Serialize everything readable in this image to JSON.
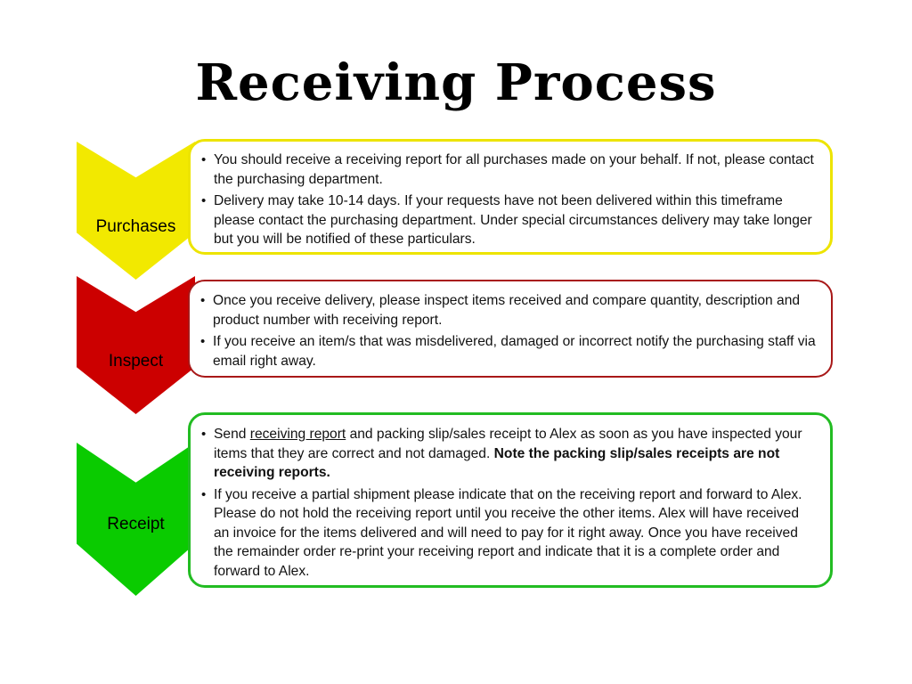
{
  "slide": {
    "title": "Receiving Process",
    "background_color": "#FFFFFF"
  },
  "stages": [
    {
      "id": "purchases",
      "label": "Purchases",
      "arrow_color": "#F2E900",
      "box_border_color": "#EDE400",
      "bullets": [
        "You should receive a receiving report for all purchases made on your behalf.  If not, please contact the purchasing department.",
        "Delivery may take 10-14 days.  If your requests have not been delivered within this timeframe please contact the purchasing department.  Under special circumstances delivery may take longer but you will be notified of these particulars."
      ]
    },
    {
      "id": "inspect",
      "label": "Inspect",
      "arrow_color": "#CC0000",
      "box_border_color": "#A81818",
      "bullets": [
        "Once you receive delivery, please inspect items received and compare quantity, description and product number with receiving report.",
        "If you receive an item/s that was misdelivered, damaged or incorrect notify the purchasing staff via email right away."
      ]
    },
    {
      "id": "receipt",
      "label": "Receipt",
      "arrow_color": "#0ACB00",
      "box_border_color": "#22BC22",
      "bullets": [
        "Send receiving report and packing slip/sales receipt to Alex as soon as you have inspected your items that they are correct and not damaged.  Note the packing slip/sales receipts are not receiving reports.",
        "If you receive a partial shipment please indicate that on the receiving report and forward to Alex.  Please do not hold the receiving report until you receive the other items.  Alex will have received an invoice for the items delivered and will need to pay for it right away.  Once you have received the remainder order re-print your receiving report and indicate that it is a complete order and forward to Alex."
      ],
      "bullet_1_rich": {
        "plain_before": "Send ",
        "underlined": "receiving report",
        "plain_middle": " and packing slip/sales receipt to Alex as soon as you have inspected your items that they are correct and not damaged.  ",
        "bold": "Note the packing slip/sales receipts are not receiving reports."
      }
    }
  ]
}
